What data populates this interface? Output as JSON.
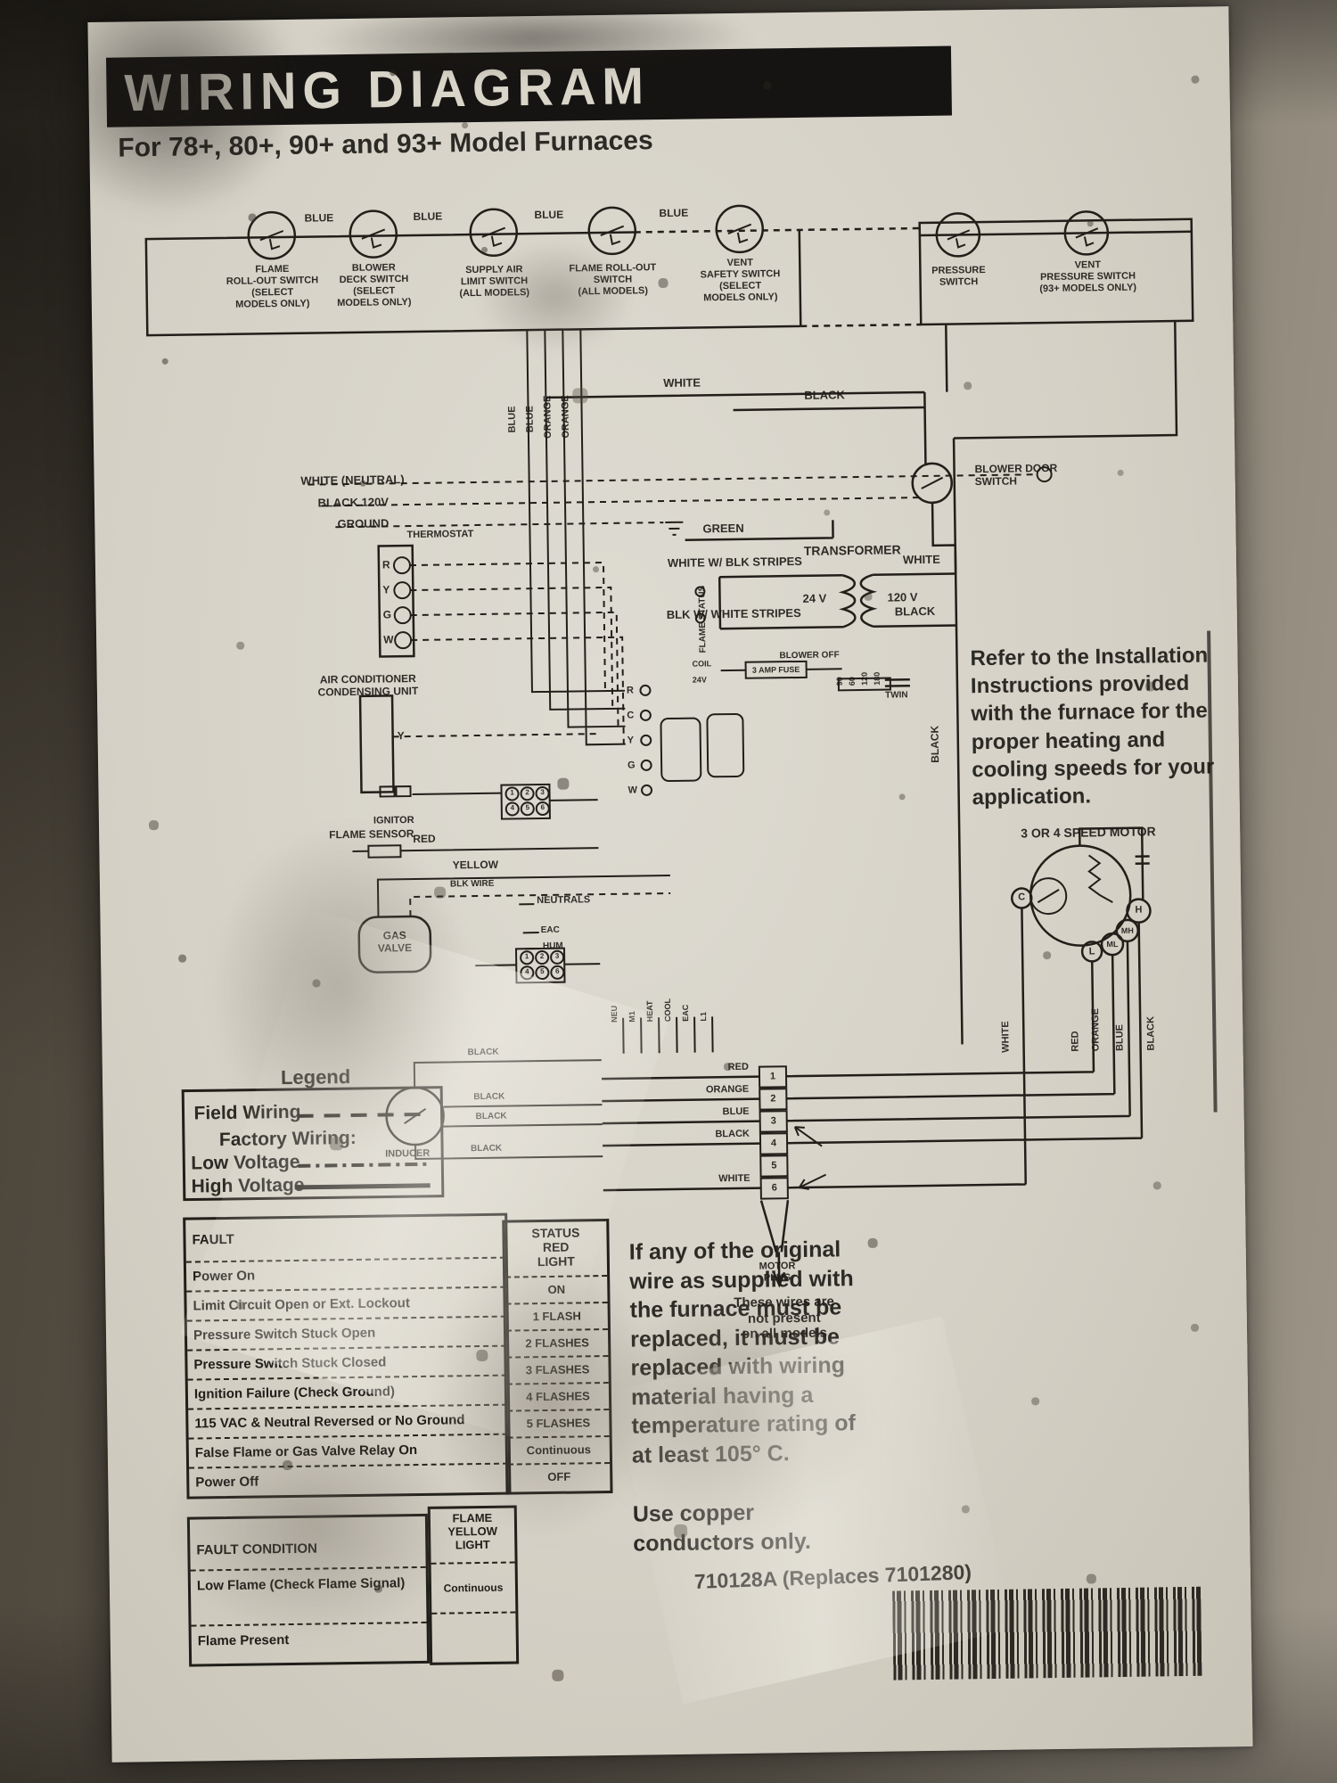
{
  "colors": {
    "label_bg": "#d7d3c8",
    "ink": "#201e19",
    "header_bg": "#161412",
    "header_text": "#d9d5c9"
  },
  "header": {
    "title": "WIRING DIAGRAM",
    "subtitle": "For 78+, 80+, 90+ and 93+ Model Furnaces"
  },
  "switches": {
    "wire1": "BLUE",
    "wire2": "BLUE",
    "wire3": "BLUE",
    "wire4": "BLUE",
    "s1": "FLAME\nROLL-OUT SWITCH\n(SELECT\nMODELS ONLY)",
    "s2": "BLOWER\nDECK SWITCH\n(SELECT\nMODELS ONLY)",
    "s3": "SUPPLY AIR\nLIMIT SWITCH\n(ALL MODELS)",
    "s4": "FLAME ROLL-OUT\nSWITCH\n(ALL MODELS)",
    "s5": "VENT\nSAFETY SWITCH\n(SELECT\nMODELS ONLY)",
    "pressure": "PRESSURE\nSWITCH",
    "vent_pressure": "VENT\nPRESSURE SWITCH\n(93+ MODELS ONLY)"
  },
  "wires": {
    "v1": "BLUE",
    "v2": "BLUE",
    "v3": "ORANGE",
    "v4": "ORANGE",
    "white": "WHITE",
    "black": "BLACK",
    "white_neutral": "WHITE (NEUTRAL)",
    "black_120v": "BLACK 120V",
    "ground": "GROUND",
    "green": "GREEN",
    "black_vert": "BLACK"
  },
  "blower_door": "BLOWER DOOR\nSWITCH",
  "transformer": {
    "title": "TRANSFORMER",
    "primary": "WHITE W/ BLK STRIPES",
    "secondary": "BLK W/ WHITE STRIPES",
    "v24": "24 V",
    "v120": "120 V",
    "white": "WHITE",
    "black": "BLACK",
    "coil": "COIL",
    "v24_small": "24V",
    "fuse": "3 AMP FUSE",
    "blower_off": "BLOWER OFF",
    "t1": "90",
    "t2": "60",
    "t3": "120",
    "t4": "180",
    "twin": "TWIN"
  },
  "flame_status": "FLAME STATUS",
  "thermostat": {
    "title": "THERMOSTAT",
    "t1": "R",
    "t2": "Y",
    "t3": "G",
    "t4": "W"
  },
  "ac_unit": {
    "label": "AIR CONDITIONER\nCONDENSING UNIT",
    "terminal": "Y"
  },
  "board": {
    "t1": "R",
    "t2": "C",
    "t3": "Y",
    "t4": "G",
    "t5": "W",
    "tags": [
      "NEU",
      "M1",
      "HEAT",
      "COOL",
      "EAC",
      "L1"
    ]
  },
  "pins": {
    "p1": "1",
    "p2": "2",
    "p3": "3",
    "p4": "4",
    "p5": "5",
    "p6": "6"
  },
  "flame_sensor": {
    "label": "FLAME SENSOR",
    "red": "RED",
    "yellow": "YELLOW",
    "blk": "BLK WIRE"
  },
  "gas_valve": "GAS\nVALVE",
  "misc": {
    "neutrals": "NEUTRALS",
    "eac": "EAC",
    "hum": "HUM",
    "ignitor": "IGNITOR",
    "inducer": "INDUCER",
    "b1": "BLACK",
    "b2": "BLACK",
    "b3": "BLACK",
    "b4": "BLACK"
  },
  "plug": {
    "w1": "RED",
    "w2": "ORANGE",
    "w3": "BLUE",
    "w4": "BLACK",
    "w5": "WHITE",
    "label": "MOTOR\nPLUG",
    "note": "These wires are\nnot present\non all models"
  },
  "motor": {
    "title": "3 OR 4 SPEED MOTOR",
    "c": "C",
    "h": "H",
    "mh": "MH",
    "ml": "ML",
    "l": "L",
    "w1": "WHITE",
    "w2": "RED",
    "w3": "ORANGE",
    "w4": "BLUE",
    "w5": "BLACK"
  },
  "install_note": "Refer to the Installation\nInstructions provided\nwith the furnace for the\nproper heating and\ncooling speeds for your\napplication.",
  "legend": {
    "title": "Legend",
    "field": "Field Wiring",
    "factory": "Factory Wiring:",
    "low": "Low Voltage",
    "high": "High Voltage"
  },
  "fault_table": {
    "header": "FAULT",
    "status_header": "STATUS\nRED\nLIGHT",
    "rows": [
      {
        "fault": "Power On",
        "status": "ON"
      },
      {
        "fault": "Limit Circuit Open or Ext. Lockout",
        "status": "1 FLASH"
      },
      {
        "fault": "Pressure Switch Stuck Open",
        "status": "2 FLASHES"
      },
      {
        "fault": "Pressure Switch Stuck Closed",
        "status": "3 FLASHES"
      },
      {
        "fault": "Ignition Failure (Check Ground)",
        "status": "4 FLASHES"
      },
      {
        "fault": "115 VAC & Neutral Reversed or No Ground",
        "status": "5 FLASHES"
      },
      {
        "fault": "False Flame or Gas Valve Relay On",
        "status": "Continuous"
      },
      {
        "fault": "Power Off",
        "status": "OFF"
      }
    ]
  },
  "fault_table2": {
    "header": "FAULT CONDITION",
    "status_header": "FLAME\nYELLOW\nLIGHT",
    "rows": [
      {
        "fault": "Low Flame (Check Flame Signal)",
        "status": "Continuous"
      },
      {
        "fault": "Flame Present",
        "status": ""
      }
    ]
  },
  "notes": {
    "replace": "If any of the original\nwire as supplied with\nthe furnace must be\nreplaced, it must be\nreplaced with wiring\nmaterial having a\ntemperature rating of\nat least 105° C.",
    "copper": "Use copper\nconductors only.",
    "part_number": "710128A (Replaces 7101280)"
  }
}
